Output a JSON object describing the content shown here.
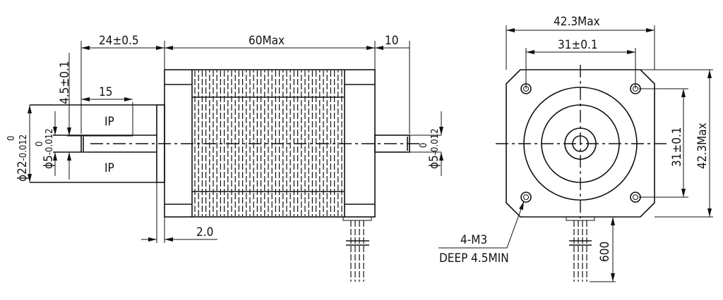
{
  "side_view": {
    "dim_front_shaft": "24±0.5",
    "dim_body_length": "60Max",
    "dim_rear_shaft": "10",
    "dim_flat_length": "15",
    "dim_flat_depth": "4.5±0.1",
    "dim_boss_dia": "ϕ22",
    "dim_boss_tol_upper": "0",
    "dim_boss_tol_lower": "-0.012",
    "dim_shaft_dia": "ϕ5",
    "dim_shaft_tol_upper": "0",
    "dim_shaft_tol_lower": "-0.012",
    "dim_rear_shaft_dia": "ϕ5",
    "dim_rear_tol_upper": "0",
    "dim_rear_tol_lower": "-0.012",
    "dim_flange": "2.0",
    "flat_label_top": "IP",
    "flat_label_bottom": "IP"
  },
  "front_view": {
    "dim_width": "42.3Max",
    "dim_hole_spacing_h": "31±0.1",
    "dim_hole_spacing_v": "31±0.1",
    "dim_height": "42.3Max",
    "hole_note_line1": "4-M3",
    "hole_note_line2": "DEEP 4.5MIN",
    "dim_lead_length": "600"
  }
}
